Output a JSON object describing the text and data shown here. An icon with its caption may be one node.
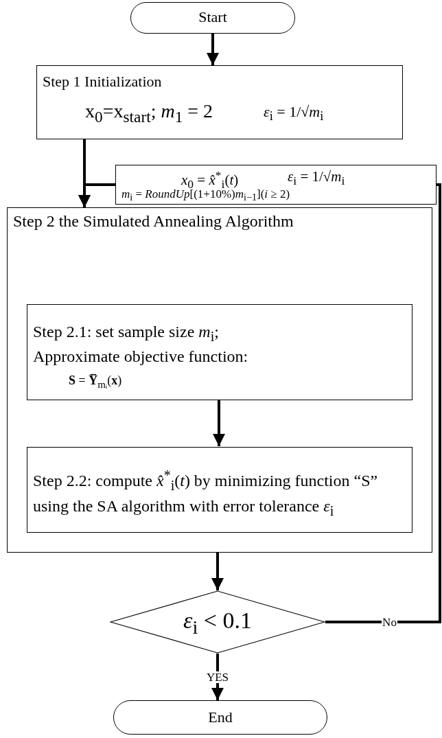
{
  "diagram": {
    "nodes": [
      {
        "text": [
          "Start"
        ]
      },
      {
        "text": [
          "Step 1 Initialization",
          "x$_{0}$=x$_{start}$; *m*$_{1}$ = 2",
          "*ε*$_{i}$ = 1/√*m*$_{i}$"
        ]
      },
      {
        "text": [
          "*x*$_{0}$ = *x̂*$^{*}$$_{i}$(*t*)",
          "*ε*$_{i}$ = 1/√*m*$_{i}$",
          "*m*$_{i}$ = *RoundUp*[(1+10%)*m*$_{i−1}$](*i* ≥ 2)"
        ]
      },
      {
        "text": [
          "Step 2 the Simulated Annealing Algorithm"
        ]
      },
      {
        "text": [
          "Step 2.1: set sample size *m*$_{i}$;",
          "Approximate objective function:",
          "**S** = **Y̅**$_{mᵢ}$(**x**)"
        ],
        "in": 3
      },
      {
        "text": [
          "Step 2.2: compute *x̂*$^{*}$$_{i}$(*t*) by minimizing function “S” using the SA algorithm with error tolerance *ε*$_{i}$"
        ],
        "in": 3
      },
      {
        "text": [
          "*ε*$_{i}$ < 0.1"
        ]
      },
      {
        "text": [
          "End"
        ]
      }
    ],
    "edges": [
      {
        "from": 0,
        "to": 1,
        "arrow": "to"
      },
      {
        "from": 1,
        "to": 3,
        "arrow": "to"
      },
      {
        "from": 2,
        "to": 3,
        "arrow": "to"
      },
      {
        "from": 4,
        "to": 5,
        "arrow": "to"
      },
      {
        "from": 3,
        "to": 6,
        "arrow": "to"
      },
      {
        "from": 6,
        "to": 7,
        "arrow": "to",
        "label": "YES"
      },
      {
        "from": 6,
        "to": 2,
        "arrow": "none",
        "label": "No"
      }
    ]
  }
}
